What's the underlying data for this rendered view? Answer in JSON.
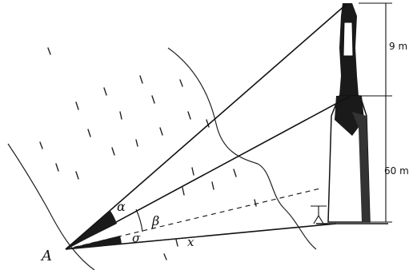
{
  "diagram": {
    "point_label": "A",
    "angle_labels": {
      "alpha": "α",
      "beta": "β",
      "sigma": "σ"
    },
    "distance_label": "x",
    "dimensions": {
      "statue_height": "9 m",
      "pedestal_height": "60 m"
    }
  }
}
